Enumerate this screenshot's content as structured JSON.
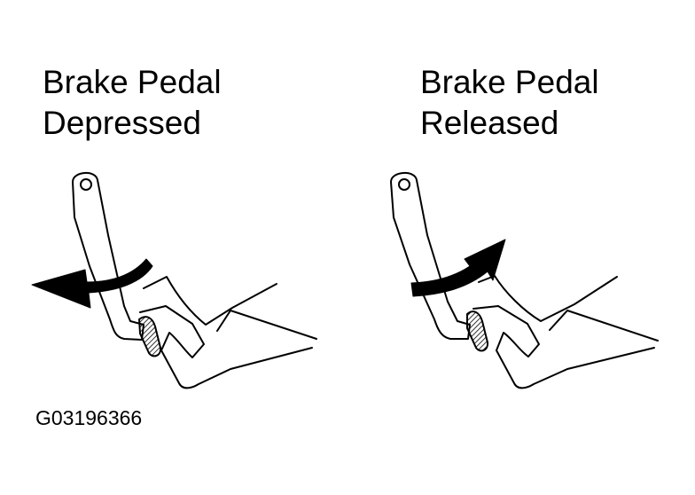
{
  "left_panel": {
    "line1": "Brake Pedal",
    "line2": "Depressed"
  },
  "right_panel": {
    "line1": "Brake Pedal",
    "line2": "Released"
  },
  "figure_id": "G03196366",
  "colors": {
    "ink": "#000000",
    "background": "#ffffff"
  }
}
